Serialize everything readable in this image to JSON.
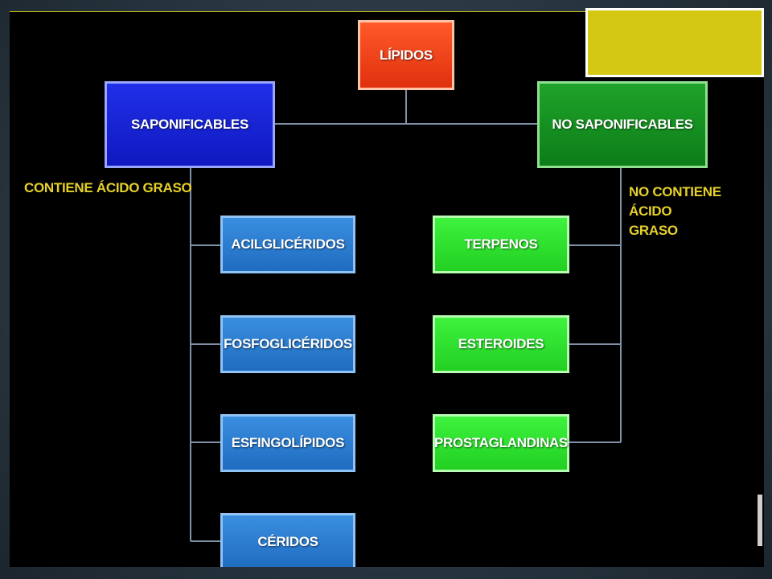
{
  "diagram": {
    "root": {
      "label": "LÍPIDOS",
      "color": "#ff4015"
    },
    "branches": [
      {
        "label": "SAPONIFICABLES",
        "color": "#1a24d8",
        "note": "CONTIENE ÁCIDO GRASO",
        "children": [
          "ACILGLICÉRIDOS",
          "FOSFOGLICÉRIDOS",
          "ESFINGOLÍPIDOS",
          "CÉRIDOS"
        ],
        "child_color": "#2a7fd6"
      },
      {
        "label": "NO SAPONIFICABLES",
        "color": "#139020",
        "note_lines": [
          "NO CONTIENE ÁCIDO",
          "GRASO"
        ],
        "children": [
          "TERPENOS",
          "ESTEROIDES",
          "PROSTAGLANDINAS"
        ],
        "child_color": "#2ee42e"
      }
    ],
    "connector_color": "#7f90a8",
    "label_color": "#e6d02a"
  }
}
